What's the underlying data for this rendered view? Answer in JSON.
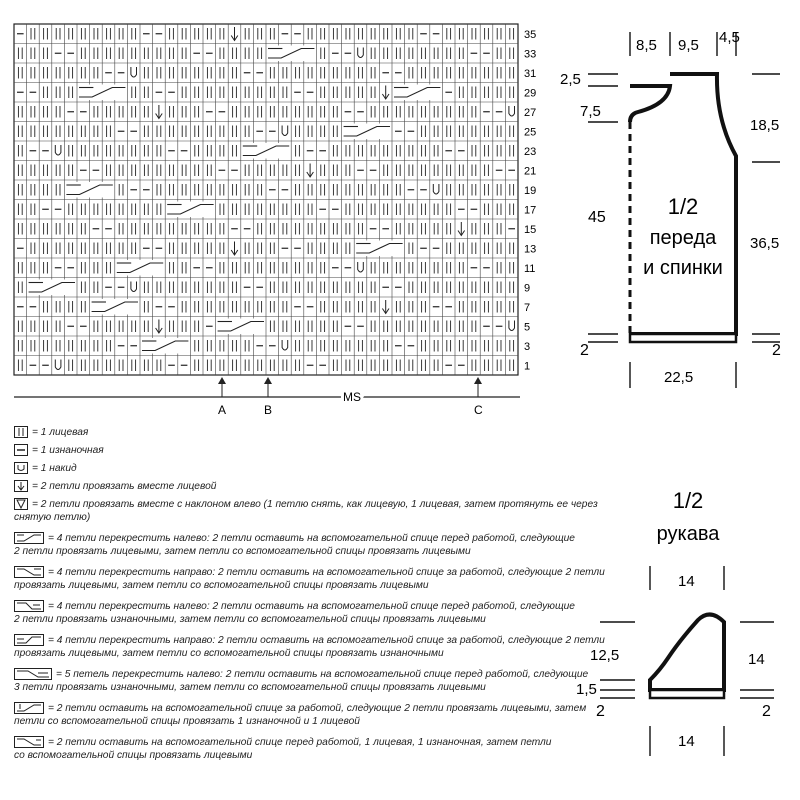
{
  "chart_rows": [
    "35",
    "33",
    "31",
    "29",
    "27",
    "25",
    "23",
    "21",
    "19",
    "17",
    "15",
    "13",
    "11",
    "9",
    "7",
    "5",
    "3",
    "1"
  ],
  "markers": {
    "a": "A",
    "b": "B",
    "ms": "MS",
    "c": "C"
  },
  "legend": [
    {
      "text": "= 1 лицевая"
    },
    {
      "text": "= 1 изнаночная"
    },
    {
      "text": "= 1 накид"
    },
    {
      "text": "= 2 петли провязать вместе лицевой"
    },
    {
      "text": "= 2 петли провязать вместе с наклоном влево (1 петлю снять, как лицевую, 1 лицевая, затем протянуть ее через",
      "text2": "снятую петлю)"
    },
    {
      "text": "= 4 петли перекрестить налево: 2 петли оставить на вспомогательной спице перед работой, следующие",
      "text2": "2 петли провязать лицевыми, затем петли со вспомогательной спицы провязать лицевыми"
    },
    {
      "text": "= 4 петли перекрестить направо: 2 петли оставить на вспомогательной спице за работой, следующие 2 петли",
      "text2": "провязать лицевыми, затем петли со вспомогательной спицы провязать лицевыми"
    },
    {
      "text": "= 4 петли перекрестить налево: 2 петли оставить на вспомогательной спице перед работой, следующие",
      "text2": "2 петли провязать изнаночными, затем петли со вспомогательной спицы провязать лицевыми"
    },
    {
      "text": "= 4 петли перекрестить направо: 2 петли оставить на вспомогательной спице за работой, следующие 2 петли",
      "text2": "провязать лицевыми, затем петли со вспомогательной спицы провязать изнаночными"
    },
    {
      "text": "= 5 петель перекрестить налево: 2 петли оставить на вспомогательной спице перед работой, следующие",
      "text2": "3 петли провязать изнаночными, затем петли со вспомогательной спицы провязать лицевыми"
    },
    {
      "text": "= 2 петли оставить на вспомогательной спице за работой, следующие 2 петли провязать лицевыми, затем",
      "text2": "петли со вспомогательной спицы провязать 1 изнаночной и 1 лицевой"
    },
    {
      "text": "= 2 петли оставить на вспомогательной спице перед работой, 1 лицевая, 1 изнаночная, затем петли",
      "text2": "со вспомогательной спицы провязать лицевыми"
    }
  ],
  "body_piece": {
    "title_l1": "1/2",
    "title_l2": "переда",
    "title_l3": "и спинки",
    "top_dims": [
      "8,5",
      "9,5",
      "4,5"
    ],
    "left_dims": [
      "2,5",
      "7,5",
      "45",
      "2"
    ],
    "right_dims": [
      "18,5",
      "36,5",
      "2"
    ],
    "bottom_dim": "22,5"
  },
  "sleeve_piece": {
    "title_l1": "1/2",
    "title_l2": "рукава",
    "top_dim": "14",
    "left_dims": [
      "12,5",
      "1,5",
      "2"
    ],
    "right_dims": [
      "14",
      "2"
    ],
    "bottom_dim": "14"
  }
}
